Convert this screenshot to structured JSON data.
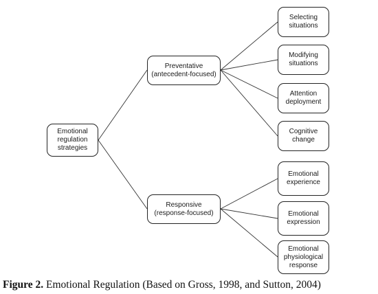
{
  "diagram": {
    "root": {
      "text": "Emotional\nregulation\nstrategies"
    },
    "branches": [
      {
        "text": "Preventative\n(antecedent-focused)",
        "children": [
          "Selecting\nsituations",
          "Modifying\nsituations",
          "Attention\ndeployment",
          "Cognitive\nchange"
        ]
      },
      {
        "text": "Responsive\n(response-focused)",
        "children": [
          "Emotional\nexperience",
          "Emotional\nexpression",
          "Emotional\nphysiological\nresponse"
        ]
      }
    ]
  },
  "caption": {
    "label": "Figure 2.",
    "text": " Emotional Regulation (Based on Gross, 1998, and Sutton, 2004)"
  }
}
